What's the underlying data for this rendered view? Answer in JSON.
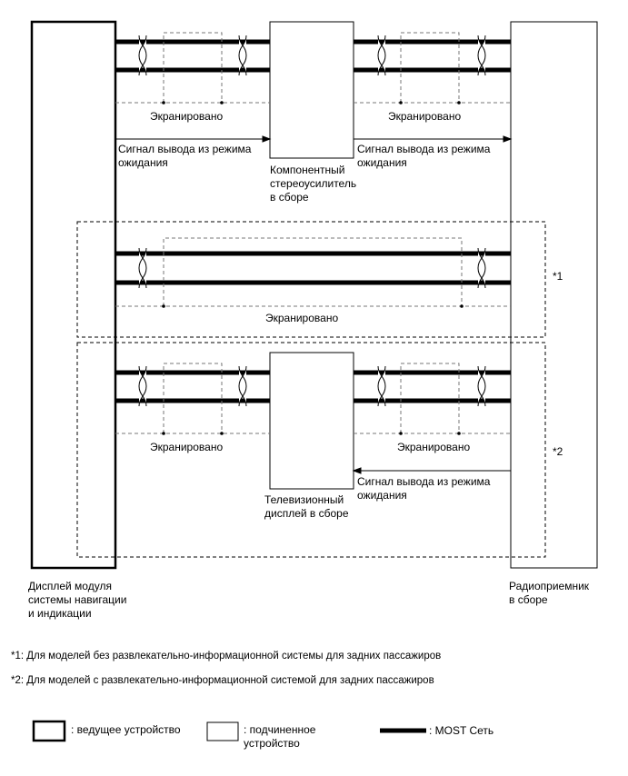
{
  "labels": {
    "shielded": "Экранировано",
    "wake_signal": "Сигнал вывода из режима\nожидания",
    "amplifier": "Компонентный\nстереоусилитель\nв сборе",
    "tv_display": "Телевизионный\nдисплей в сборе",
    "nav_display": "Дисплей модуля\nсистемы навигации\nи индикации",
    "radio": "Радиоприемник\nв сборе",
    "mark1": "*1",
    "mark2": "*2"
  },
  "footnotes": {
    "note1": "*1: Для моделей без развлекательно-информационной системы для задних пассажиров",
    "note2": "*2: Для моделей с развлекательно-информационной системой для задних пассажиров"
  },
  "legend": {
    "master": ": ведущее устройство",
    "slave": ": подчиненное\nустройство",
    "most": ": MOST Сеть"
  }
}
